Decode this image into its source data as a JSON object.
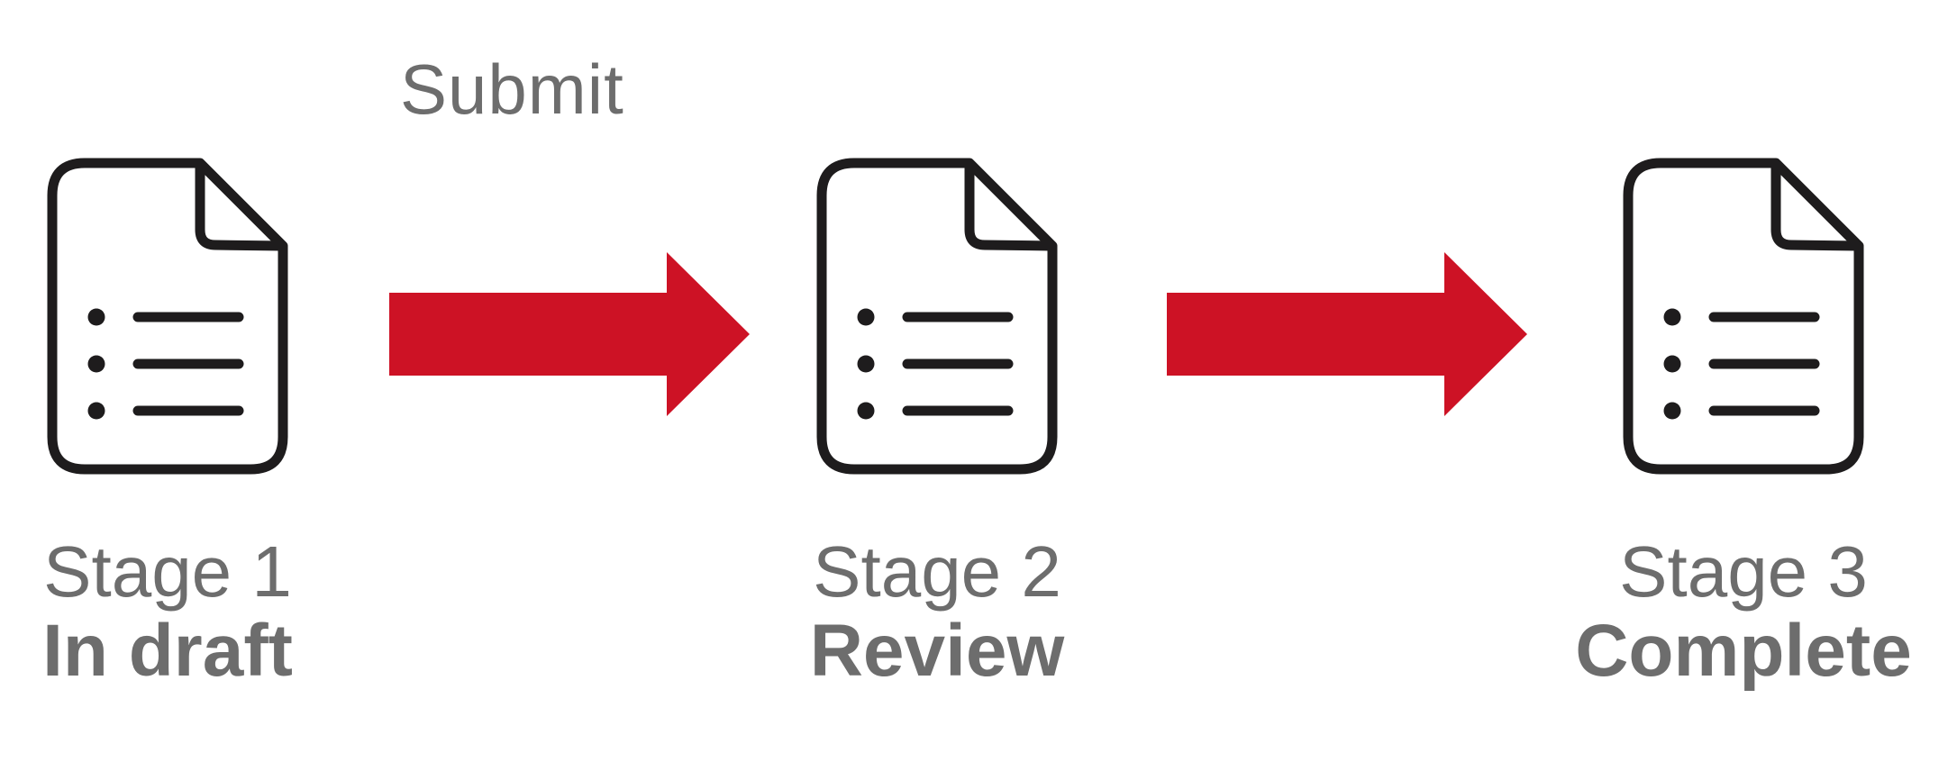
{
  "diagram": {
    "background_color": "#ffffff",
    "arrow_color": "#cd1225",
    "icon_color": "#1e1c1d",
    "text_color": "#6d6d6d",
    "stages": [
      {
        "name": "Stage 1",
        "status": "In draft"
      },
      {
        "name": "Stage 2",
        "status": "Review"
      },
      {
        "name": "Stage 3",
        "status": "Complete"
      }
    ],
    "transitions": [
      {
        "label": "Submit",
        "from": "Stage 1",
        "to": "Stage 2"
      },
      {
        "label": "",
        "from": "Stage 2",
        "to": "Stage 3"
      }
    ]
  }
}
